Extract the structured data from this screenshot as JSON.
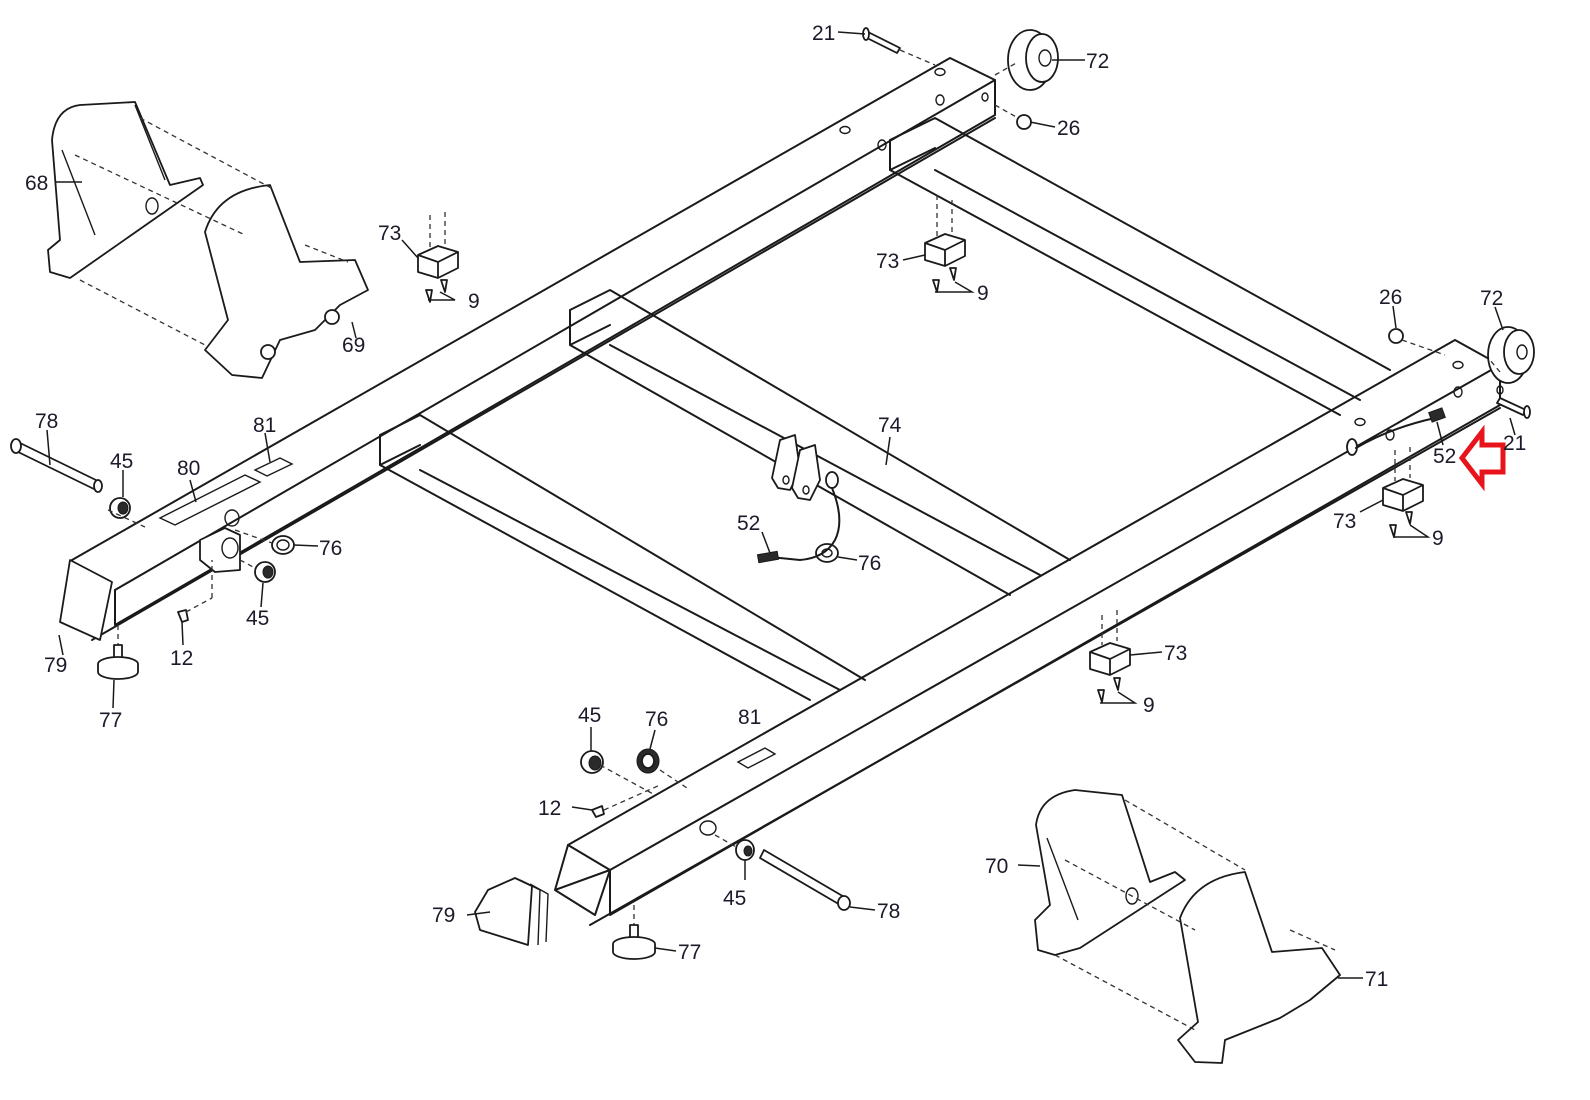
{
  "diagram": {
    "type": "exploded-parts-diagram",
    "subject": "Machine base frame assembly",
    "highlight": {
      "part": "52",
      "indicator": "red-arrow",
      "color": "#e8141b",
      "direction": "left"
    },
    "colors": {
      "line_art": "#1a1a1a",
      "label_text": "#1b1b2a",
      "background": "#ffffff"
    },
    "labels": {
      "l21a": "21",
      "l72a": "72",
      "l26a": "26",
      "l68": "68",
      "l69": "69",
      "l73a": "73",
      "l9a": "9",
      "l73b": "73",
      "l9b": "9",
      "l26b": "26",
      "l72b": "72",
      "l21b": "21",
      "l52a": "52",
      "l73c": "73",
      "l9c": "9",
      "l78a": "78",
      "l45a": "45",
      "l80": "80",
      "l81a": "81",
      "l76a": "76",
      "l45b": "45",
      "l79a": "79",
      "l12a": "12",
      "l77a": "77",
      "l74": "74",
      "l52b": "52",
      "l76b": "76",
      "l73d": "73",
      "l9d": "9",
      "l45c": "45",
      "l76c": "76",
      "l81b": "81",
      "l12b": "12",
      "l79b": "79",
      "l45d": "45",
      "l78b": "78",
      "l77b": "77",
      "l70": "70",
      "l71": "71"
    },
    "parts": [
      {
        "number": "9",
        "callouts": 4
      },
      {
        "number": "12",
        "callouts": 2
      },
      {
        "number": "21",
        "callouts": 2
      },
      {
        "number": "26",
        "callouts": 2
      },
      {
        "number": "45",
        "callouts": 4
      },
      {
        "number": "52",
        "callouts": 2
      },
      {
        "number": "68",
        "callouts": 1
      },
      {
        "number": "69",
        "callouts": 1
      },
      {
        "number": "70",
        "callouts": 1
      },
      {
        "number": "71",
        "callouts": 1
      },
      {
        "number": "72",
        "callouts": 2
      },
      {
        "number": "73",
        "callouts": 4
      },
      {
        "number": "74",
        "callouts": 1
      },
      {
        "number": "76",
        "callouts": 3
      },
      {
        "number": "77",
        "callouts": 2
      },
      {
        "number": "78",
        "callouts": 2
      },
      {
        "number": "79",
        "callouts": 2
      },
      {
        "number": "80",
        "callouts": 1
      },
      {
        "number": "81",
        "callouts": 2
      }
    ]
  }
}
